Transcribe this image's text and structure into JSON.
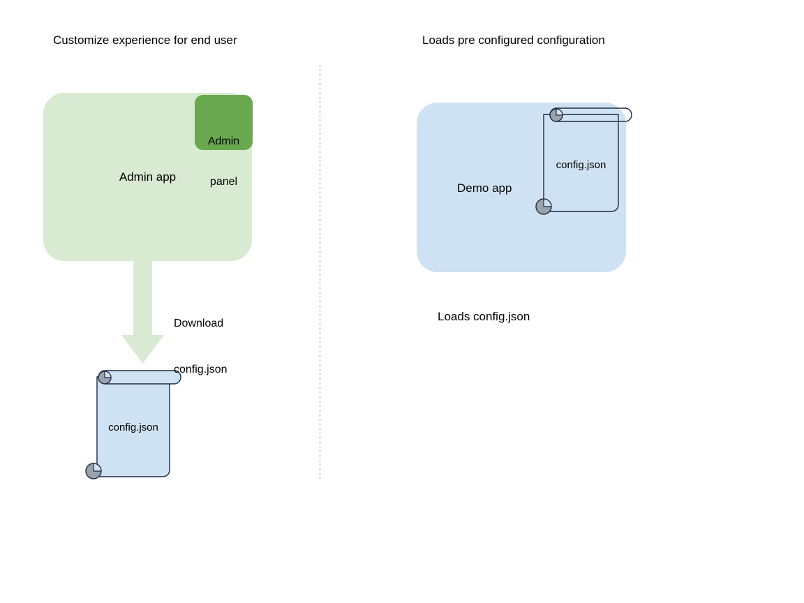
{
  "diagram": {
    "type": "flow-diagram",
    "background_color": "#ffffff",
    "left_panel": {
      "title": "Customize experience for end user",
      "app_box": {
        "label": "Admin app",
        "fill_color": "#d9ead3"
      },
      "admin_panel": {
        "label_line1": "Admin",
        "label_line2": "panel",
        "fill_color": "#6aa84f"
      },
      "arrow": {
        "label_line1": "Download",
        "label_line2": "config.json",
        "color": "#d9ead3",
        "direction": "down"
      },
      "document": {
        "label": "config.json",
        "fill_color": "#cfe2f3",
        "stroke_color": "#1f2a44",
        "curl_color": "#9aa3ab"
      }
    },
    "divider": {
      "style": "dotted",
      "color": "#999999"
    },
    "right_panel": {
      "title": "Loads pre configured configuration",
      "app_box": {
        "label": "Demo app",
        "fill_color": "#cfe2f3"
      },
      "document": {
        "label": "config.json",
        "fill_color": "transparent",
        "stroke_color": "#1f2a44",
        "curl_color": "#9aa3ab"
      },
      "caption": "Loads config.json"
    }
  }
}
